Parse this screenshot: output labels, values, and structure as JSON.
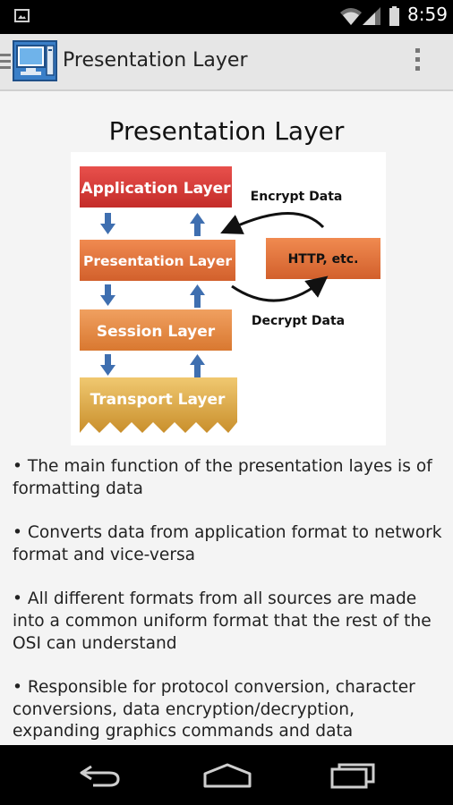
{
  "status_bar": {
    "time": "8:59"
  },
  "action_bar": {
    "title": "Presentation Layer"
  },
  "content": {
    "heading": "Presentation Layer",
    "diagram": {
      "layers": [
        "Application Layer",
        "Presentation Layer",
        "Session Layer",
        "Transport Layer"
      ],
      "side_box": "HTTP, etc.",
      "encrypt_label": "Encrypt Data",
      "decrypt_label": "Decrypt Data"
    },
    "bullets": [
      "• The main function of the presentation layes is of formatting data",
      "• Converts data from application format to network format and vice-versa",
      "• All different formats from all sources are made into a common uniform format that the rest of the OSI can understand",
      "• Responsible for protocol conversion, character conversions, data encryption/decryption, expanding graphics commands and data"
    ]
  },
  "colors": {
    "action_bar": "#e6e6e6",
    "layer_red": "#d93a36",
    "layer_orange": "#e2703a",
    "layer_gold": "#d9a84a"
  },
  "icons": [
    "gallery-icon",
    "wifi-icon",
    "signal-icon",
    "battery-icon",
    "drawer-icon",
    "computer-icon",
    "overflow-menu-icon",
    "back-icon",
    "home-icon",
    "recents-icon"
  ]
}
